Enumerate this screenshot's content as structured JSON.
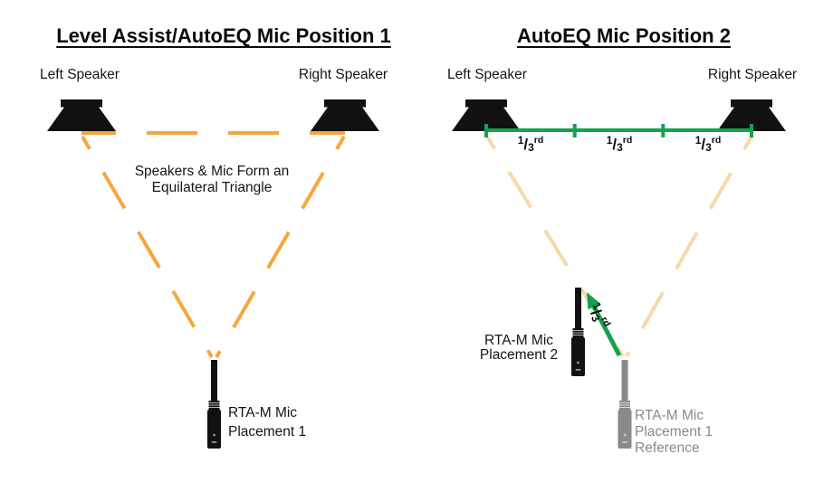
{
  "left_panel": {
    "title": "Level Assist/AutoEQ Mic Position 1",
    "left_speaker": "Left Speaker",
    "right_speaker": "Right Speaker",
    "note_line1": "Speakers & Mic Form an",
    "note_line2": "Equilateral Triangle",
    "mic_label_line1": "RTA-M Mic",
    "mic_label_line2": "Placement 1"
  },
  "right_panel": {
    "title": "AutoEQ Mic Position 2",
    "left_speaker": "Left Speaker",
    "right_speaker": "Right Speaker",
    "mic2_label_line1": "RTA-M Mic",
    "mic2_label_line2": "Placement 2",
    "reference_label_line1": "RTA-M Mic",
    "reference_label_line2": "Placement 1",
    "reference_label_line3": "Reference"
  },
  "fraction": {
    "numerator": "1",
    "slash": "/",
    "denominator": "3",
    "ordinal": "rd"
  },
  "colors": {
    "triangle_dash_orange": "#F7A63E",
    "triangle_dash_pale": "#F8D8A8",
    "measure_green": "#12A24E",
    "reference_gray": "#8A8A8A",
    "ink_black": "#111111"
  }
}
